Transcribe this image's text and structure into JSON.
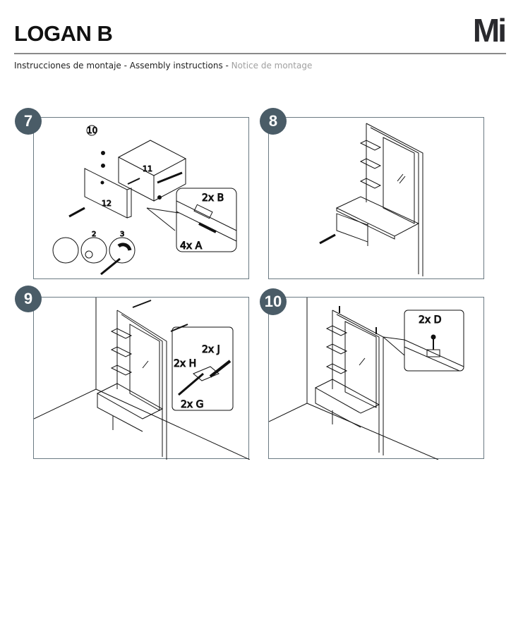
{
  "header": {
    "title": "LOGAN B",
    "logo": "Mi",
    "subtitle_es": "Instrucciones de montaje",
    "separator1": " - ",
    "subtitle_en": "Assembly instructions",
    "separator2": "  - ",
    "subtitle_fr": "Notice de montage"
  },
  "steps": [
    {
      "number": "7",
      "parts": {
        "p10": "10",
        "p11": "11",
        "p12": "12"
      },
      "substeps": [
        "2",
        "3"
      ],
      "callouts": {
        "b": "2x  B",
        "a": "4x  A"
      }
    },
    {
      "number": "8"
    },
    {
      "number": "9",
      "callouts": {
        "j": "2x  J",
        "h": "2x  H",
        "g": "2x  G"
      }
    },
    {
      "number": "10",
      "callouts": {
        "d": "2x  D"
      }
    }
  ],
  "colors": {
    "badge": "#4a5c67",
    "border": "#6b7a83"
  }
}
